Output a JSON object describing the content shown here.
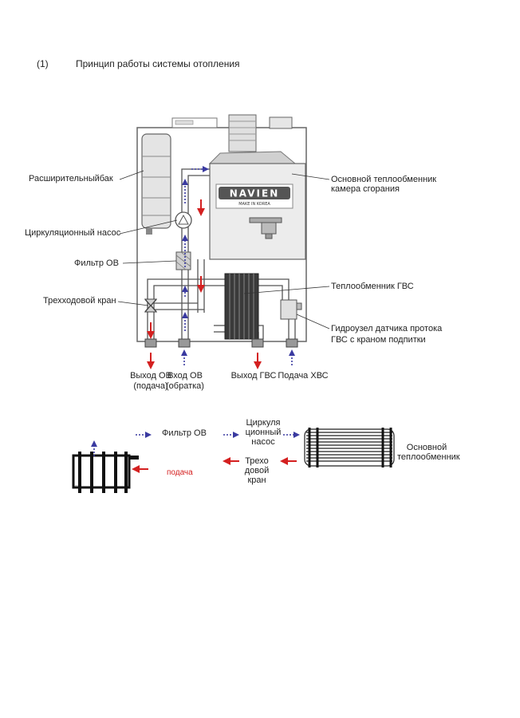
{
  "section": {
    "number": "(1)",
    "title": "Принцип работы системы отопления"
  },
  "boiler": {
    "brand": "NAVIEN",
    "model_text": "MAKE IN KOREA",
    "labels": {
      "expansion_tank": "Расширительныйбак",
      "circulation_pump": "Циркуляционный насос",
      "filter": "Фильтр ОВ",
      "three_way_valve": "Трехходовой кран",
      "main_exchanger_1": "Основной теплообменник",
      "main_exchanger_2": "камера сгорания",
      "dhw_exchanger": "Теплообменник ГВС",
      "flow_sensor_1": "Гидроузел датчика протока",
      "flow_sensor_2": "ГВС с краном подпитки"
    },
    "outlets": {
      "heating_out_1": "Выход ОВ",
      "heating_out_2": "(подача)",
      "heating_in_1": "Вход ОВ",
      "heating_in_2": "(обратка)",
      "dhw_out": "Выход ГВС",
      "cold_in": "Подача ХВС"
    }
  },
  "flow_diagram": {
    "filter": "Фильтр ОВ",
    "pump_1": "Циркуля",
    "pump_2": "ционный",
    "pump_3": "насос",
    "valve_1": "Трехо",
    "valve_2": "довой",
    "valve_3": "кран",
    "supply": "подача",
    "exchanger_1": "Основной",
    "exchanger_2": "теплообменник"
  },
  "colors": {
    "supply_arrow": "#d42020",
    "return_arrow": "#3a3aa0",
    "supply_text": "#d42020"
  }
}
